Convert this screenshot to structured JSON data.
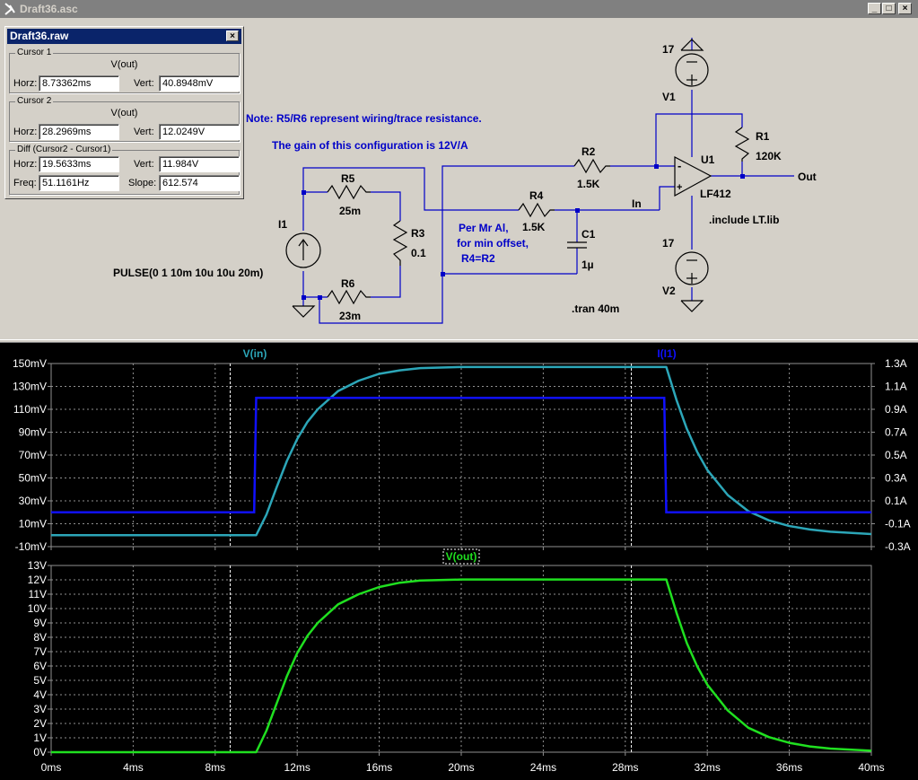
{
  "window": {
    "title": "Draft36.asc"
  },
  "cursor_window": {
    "title": "Draft36.raw",
    "cursor1": {
      "group": "Cursor 1",
      "trace": "V(out)",
      "horz_label": "Horz:",
      "horz": "8.73362ms",
      "vert_label": "Vert:",
      "vert": "40.8948mV"
    },
    "cursor2": {
      "group": "Cursor 2",
      "trace": "V(out)",
      "horz_label": "Horz:",
      "horz": "28.2969ms",
      "vert_label": "Vert:",
      "vert": "12.0249V"
    },
    "diff": {
      "group": "Diff (Cursor2 - Cursor1)",
      "horz_label": "Horz:",
      "horz": "19.5633ms",
      "vert_label": "Vert:",
      "vert": "11.984V",
      "freq_label": "Freq:",
      "freq": "51.1161Hz",
      "slope_label": "Slope:",
      "slope": "612.574"
    }
  },
  "schematic": {
    "notes": {
      "note1": "Note: R5/R6 represent wiring/trace resistance.",
      "note2": "The gain of this configuration is 12V/A",
      "per1": "Per Mr Al,",
      "per2": "for min offset,",
      "per3": "R4=R2",
      "tran": ".tran 40m",
      "include": ".include LT.lib",
      "pulse": "PULSE(0 1 10m 10u 10u 20m)"
    },
    "labels": {
      "v1": "V1",
      "v1_val": "17",
      "v2": "V2",
      "v2_val": "17",
      "r1": "R1",
      "r1_val": "120K",
      "r2": "R2",
      "r2_val": "1.5K",
      "r3": "R3",
      "r3_val": "0.1",
      "r4": "R4",
      "r4_val": "1.5K",
      "r5": "R5",
      "r5_val": "25m",
      "r6": "R6",
      "r6_val": "23m",
      "c1": "C1",
      "c1_val": "1µ",
      "u1": "U1",
      "u1_val": "LF412",
      "i1": "I1",
      "in_net": "In",
      "out_net": "Out",
      "minus": "-",
      "plus": "+"
    }
  },
  "plots": {
    "top": {
      "trace_left": "V(in)",
      "trace_right": "I(I1)",
      "left_ticks": [
        "150mV",
        "130mV",
        "110mV",
        "90mV",
        "70mV",
        "50mV",
        "30mV",
        "10mV",
        "-10mV"
      ],
      "right_ticks": [
        "1.3A",
        "1.1A",
        "0.9A",
        "0.7A",
        "0.5A",
        "0.3A",
        "0.1A",
        "-0.1A",
        "-0.3A"
      ]
    },
    "bottom": {
      "trace": "V(out)",
      "ticks": [
        "13V",
        "12V",
        "11V",
        "10V",
        "9V",
        "8V",
        "7V",
        "6V",
        "5V",
        "4V",
        "3V",
        "2V",
        "1V",
        "0V"
      ]
    },
    "x_ticks": [
      "0ms",
      "4ms",
      "8ms",
      "12ms",
      "16ms",
      "20ms",
      "24ms",
      "28ms",
      "32ms",
      "36ms",
      "40ms"
    ],
    "colors": {
      "vin": "#2ca6b8",
      "iin": "#1010ff",
      "vout": "#20e020",
      "grid": "#909090"
    }
  },
  "chart_data": [
    {
      "type": "line",
      "title": "",
      "xlabel": "",
      "ylabel": "",
      "xlim": [
        0,
        40
      ],
      "ylim": [
        -10,
        150
      ],
      "y2lim": [
        -0.3,
        1.3
      ],
      "series": [
        {
          "name": "V(in)",
          "axis": "left",
          "x": [
            0,
            9.9,
            10,
            10.5,
            11,
            11.5,
            12,
            12.5,
            13,
            14,
            15,
            16,
            17,
            18,
            20,
            30,
            30.5,
            31,
            31.5,
            32,
            33,
            34,
            35,
            36,
            37,
            38,
            40
          ],
          "values": [
            0,
            0,
            0,
            18,
            42,
            65,
            84,
            99,
            110,
            126,
            135,
            141,
            144,
            146,
            147,
            147,
            118,
            93,
            73,
            57,
            35,
            21,
            13,
            8,
            5,
            3,
            1
          ]
        },
        {
          "name": "I(I1)",
          "axis": "right",
          "x": [
            0,
            9.9,
            10,
            29.9,
            30,
            40
          ],
          "values": [
            0,
            0,
            1,
            1,
            0,
            0
          ]
        }
      ]
    },
    {
      "type": "line",
      "title": "",
      "xlabel": "",
      "ylabel": "",
      "xlim": [
        0,
        40
      ],
      "ylim": [
        0,
        13
      ],
      "series": [
        {
          "name": "V(out)",
          "x": [
            0,
            9.9,
            10,
            10.5,
            11,
            11.5,
            12,
            12.5,
            13,
            14,
            15,
            16,
            17,
            18,
            20,
            30,
            30.5,
            31,
            31.5,
            32,
            33,
            34,
            35,
            36,
            37,
            38,
            40
          ],
          "values": [
            0,
            0,
            0,
            1.5,
            3.4,
            5.3,
            6.9,
            8.1,
            9.0,
            10.3,
            11.0,
            11.5,
            11.8,
            11.95,
            12.02,
            12.02,
            9.7,
            7.6,
            6.0,
            4.7,
            2.9,
            1.7,
            1.05,
            0.65,
            0.4,
            0.25,
            0.1
          ]
        }
      ]
    }
  ]
}
